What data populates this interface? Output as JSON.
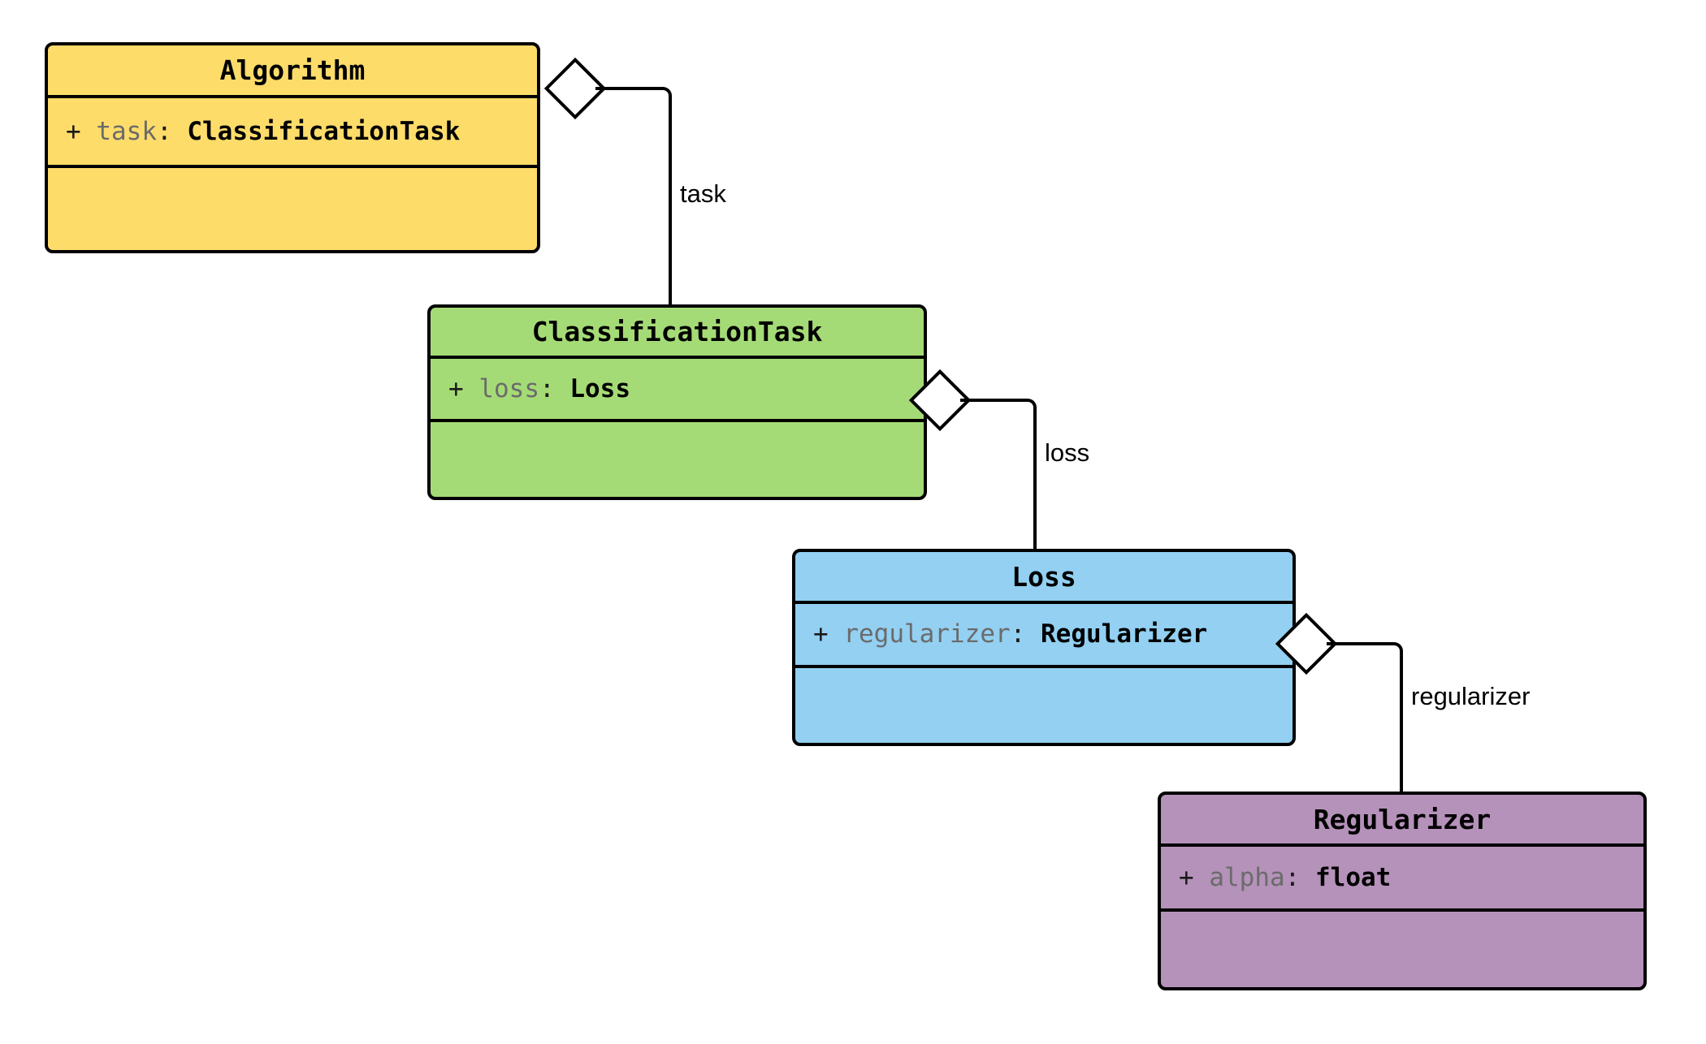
{
  "diagram": {
    "kind": "uml-class-diagram",
    "background": "#ffffff",
    "line_color": "#000000",
    "classes": [
      {
        "id": "algorithm",
        "name": "Algorithm",
        "fill": "#FDDC6A",
        "attributes": [
          {
            "visibility": "+",
            "name": "task",
            "separator": ":",
            "type": "ClassificationTask"
          }
        ],
        "methods": []
      },
      {
        "id": "classification-task",
        "name": "ClassificationTask",
        "fill": "#A5DB76",
        "attributes": [
          {
            "visibility": "+",
            "name": "loss",
            "separator": ":",
            "type": "Loss"
          }
        ],
        "methods": []
      },
      {
        "id": "loss",
        "name": "Loss",
        "fill": "#93D0F2",
        "attributes": [
          {
            "visibility": "+",
            "name": "regularizer",
            "separator": ":",
            "type": "Regularizer"
          }
        ],
        "methods": []
      },
      {
        "id": "regularizer",
        "name": "Regularizer",
        "fill": "#B592BA",
        "attributes": [
          {
            "visibility": "+",
            "name": "alpha",
            "separator": ":",
            "type": "float"
          }
        ],
        "methods": []
      }
    ],
    "relations": [
      {
        "id": "rel-task",
        "type": "aggregation",
        "from": "Algorithm",
        "to": "ClassificationTask",
        "label": "task"
      },
      {
        "id": "rel-loss",
        "type": "aggregation",
        "from": "ClassificationTask",
        "to": "Loss",
        "label": "loss"
      },
      {
        "id": "rel-regularizer",
        "type": "aggregation",
        "from": "Loss",
        "to": "Regularizer",
        "label": "regularizer"
      }
    ]
  }
}
